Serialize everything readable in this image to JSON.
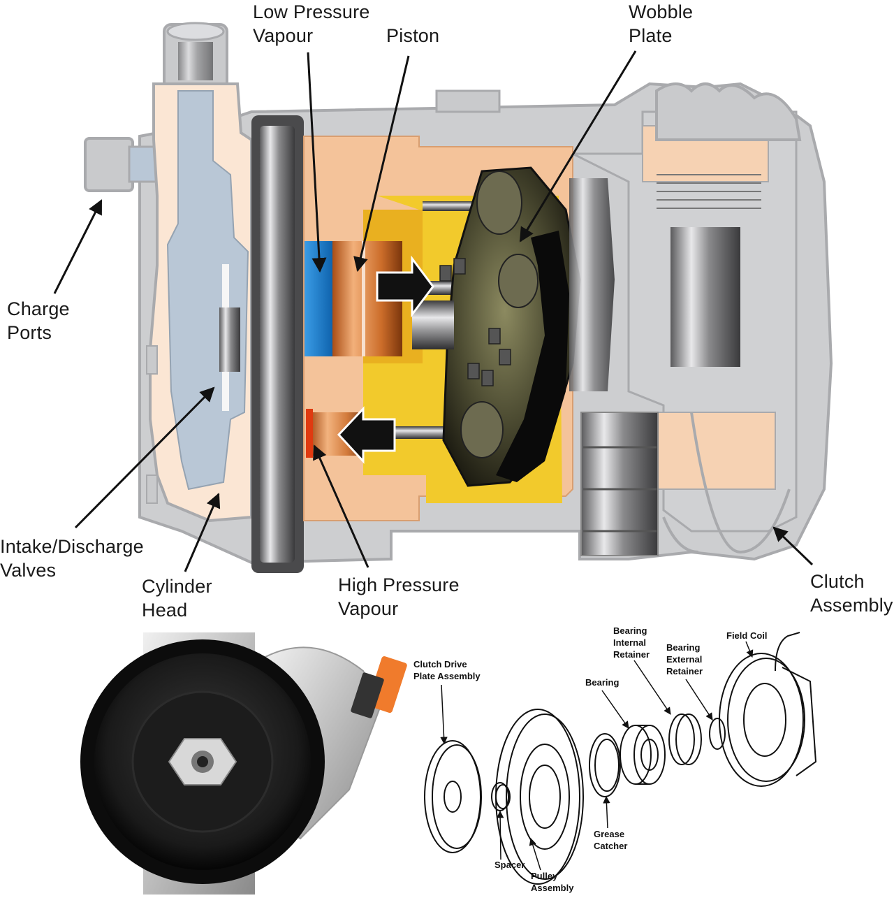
{
  "cutaway": {
    "labels": {
      "low_pressure_vapour": [
        "Low Pressure",
        "Vapour"
      ],
      "piston": [
        "Piston"
      ],
      "wobble_plate": [
        "Wobble",
        "Plate"
      ],
      "charge_ports": [
        "Charge",
        "Ports"
      ],
      "intake_discharge_valves": [
        "Intake/Discharge",
        "Valves"
      ],
      "cylinder_head": [
        "Cylinder",
        "Head"
      ],
      "high_pressure_vapour": [
        "High Pressure",
        "Vapour"
      ],
      "clutch_assembly": [
        "Clutch",
        "Assembly"
      ]
    }
  },
  "exploded": {
    "labels": {
      "clutch_drive_plate_assembly": [
        "Clutch Drive",
        "Plate Assembly"
      ],
      "bearing_internal_retainer": [
        "Bearing",
        "Internal",
        "Retainer"
      ],
      "bearing_external_retainer": [
        "Bearing",
        "External",
        "Retainer"
      ],
      "field_coil": [
        "Field Coil"
      ],
      "bearing": [
        "Bearing"
      ],
      "grease_catcher": [
        "Grease",
        "Catcher"
      ],
      "spacer": [
        "Spacer"
      ],
      "pulley_assembly": [
        "Pulley",
        "Assembly"
      ]
    }
  },
  "colors": {
    "housing_outline": "#a9aaad",
    "housing_fill": "#c9cacc",
    "cylinder_head_fill": "#fbe6d4",
    "passage_fill": "#b9c7d6",
    "cutaway_fill": "#f4c39a",
    "crankcase_fill": "#f2ca2c",
    "low_pressure": "#1a7fd0",
    "high_pressure": "#e03a10",
    "piston_copper": "#cc6d2a",
    "wobble_plate": "#3b3a2a"
  }
}
